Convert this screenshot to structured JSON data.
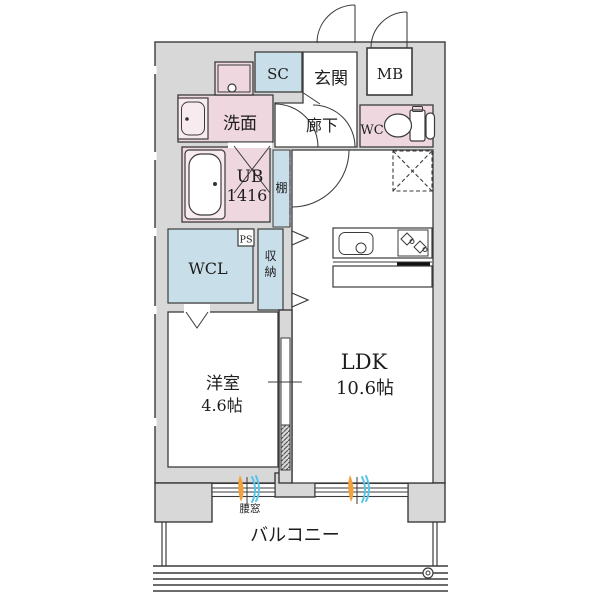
{
  "plan": {
    "type": "apartment-floorplan",
    "rooms": {
      "sc": "SC",
      "genkan": "玄関",
      "mb": "MB",
      "senmen": "洗面",
      "rouka": "廊下",
      "wc": "WC",
      "ub": "UB",
      "ub_size": "1416",
      "tana": "棚",
      "ps": "PS",
      "wcl": "WCL",
      "shuno_char1": "収",
      "shuno_char2": "納",
      "yoshitsu": "洋室",
      "yoshitsu_size": "4.6帖",
      "ldk": "LDK",
      "ldk_size": "10.6帖"
    },
    "balcony": {
      "label": "バルコニー",
      "window_label": "腰窓"
    },
    "colors": {
      "wall_gray": "#d8d8d8",
      "room_pink": "#eed7de",
      "room_blue": "#c8dfe9",
      "fixture_pink": "#f7ebef",
      "accent_orange": "#f2a13c",
      "accent_blue": "#55c6ea"
    }
  }
}
